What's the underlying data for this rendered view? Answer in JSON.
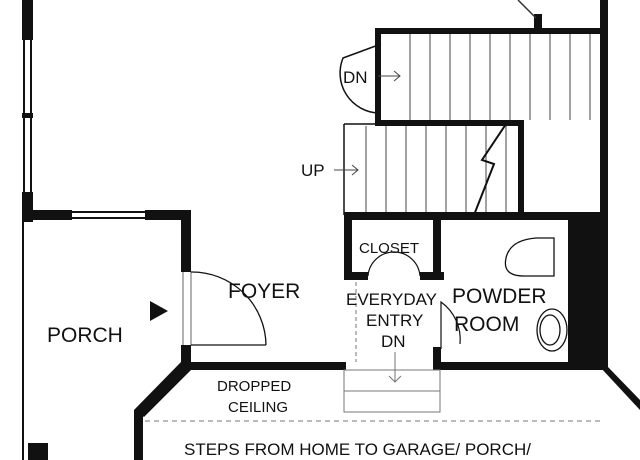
{
  "rooms": {
    "foyer": "FOYER",
    "porch": "PORCH",
    "closet": "CLOSET",
    "powder_line1": "POWDER",
    "powder_line2": "ROOM",
    "everyday_line1": "EVERYDAY",
    "everyday_line2": "ENTRY",
    "everyday_line3": "DN",
    "dropped_line1": "DROPPED",
    "dropped_line2": "CEILING"
  },
  "stairs": {
    "dn_label": "DN",
    "up_label": "UP"
  },
  "garage_note": "STEPS FROM HOME TO GARAGE/ PORCH/"
}
